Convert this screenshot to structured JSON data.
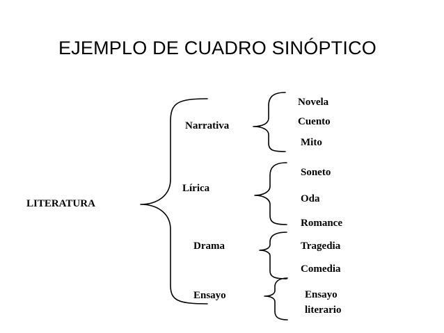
{
  "title": "EJEMPLO DE CUADRO SINÓPTICO",
  "root": "LITERATURA",
  "branches": [
    {
      "label": "Narrativa",
      "items": [
        "Novela",
        "Cuento",
        "Mito"
      ]
    },
    {
      "label": "Lírica",
      "items": [
        "Soneto",
        "Oda",
        "Romance"
      ]
    },
    {
      "label": "Drama",
      "items": [
        "Tragedia",
        "Comedia"
      ]
    },
    {
      "label": "Ensayo",
      "items": [
        "Ensayo",
        "literario"
      ]
    }
  ]
}
